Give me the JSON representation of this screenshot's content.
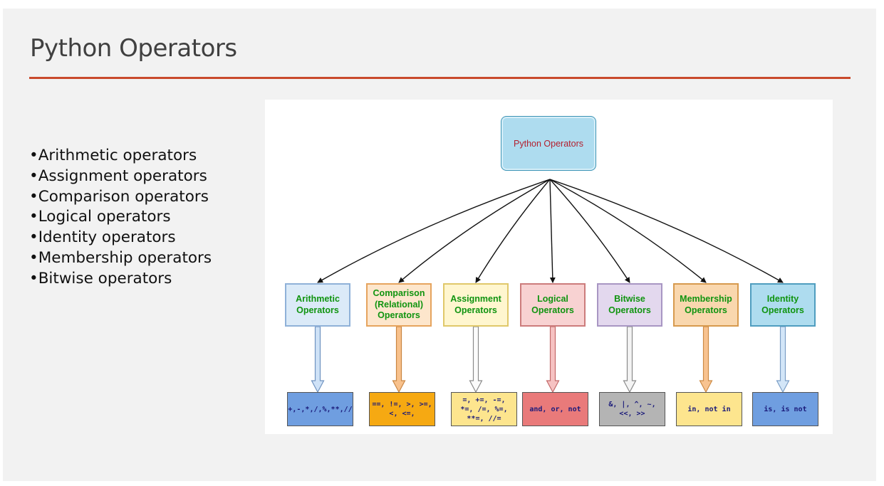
{
  "slide": {
    "title": "Python Operators",
    "title_rule_color": "#c94a2c",
    "bullets": [
      "Arithmetic operators",
      "Assignment operators",
      "Comparison operators",
      "Logical operators",
      "Identity operators",
      "Membership operators",
      "Bitwise operators"
    ]
  },
  "diagram": {
    "root": {
      "label": "Python Operators",
      "fill": "#aedcef",
      "text_color": "#b3202f"
    },
    "categories": [
      {
        "label": "Arithmetic\nOperators",
        "fill": "#dbeaf8",
        "border": "#8fb1d8",
        "arrow_fill": "#cfe2f7",
        "arrow_stroke": "#6f93c0",
        "operators": "+,-,*,/,%,**,//",
        "op_fill": "#6f9ee0"
      },
      {
        "label": "Comparison\n(Relational)\nOperators",
        "fill": "#fde6cc",
        "border": "#e6a45e",
        "arrow_fill": "#f8c18c",
        "arrow_stroke": "#c98642",
        "operators": "==, !=, >, >=,\n<, <=,",
        "op_fill": "#f6a912"
      },
      {
        "label": "Assignment\nOperators",
        "fill": "#fff6cf",
        "border": "#e0c86a",
        "arrow_fill": "#fbfbfb",
        "arrow_stroke": "#8a8a8a",
        "operators": "=, +=, -=,\n*=, /=, %=,\n**=, //=",
        "op_fill": "#fde58e"
      },
      {
        "label": "Logical\nOperators",
        "fill": "#f8d2d2",
        "border": "#cc7c7c",
        "arrow_fill": "#f6c2c2",
        "arrow_stroke": "#c36a6a",
        "operators": "and, or, not",
        "op_fill": "#e97a7a"
      },
      {
        "label": "Bitwise\nOperators",
        "fill": "#e3d8ee",
        "border": "#a896c3",
        "arrow_fill": "#f4f4f4",
        "arrow_stroke": "#8a8a8a",
        "operators": "&, |,  ^, ~,\n<<, >>",
        "op_fill": "#b4b4b4"
      },
      {
        "label": "Membership\nOperators",
        "fill": "#f9d7ae",
        "border": "#d79a4e",
        "arrow_fill": "#f8c390",
        "arrow_stroke": "#cc8a45",
        "operators": "in, not in",
        "op_fill": "#fde58e"
      },
      {
        "label": "Identity\nOperators",
        "fill": "#aedcef",
        "border": "#4f9dbf",
        "arrow_fill": "#d3e6f8",
        "arrow_stroke": "#7b9ec6",
        "operators": "is, is not",
        "op_fill": "#6f9ee0"
      }
    ]
  }
}
